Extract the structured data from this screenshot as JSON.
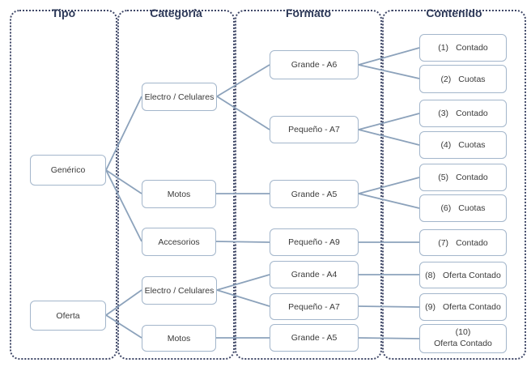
{
  "columns": {
    "tipo": "Tipo",
    "categoria": "Categoría",
    "formato": "Formato",
    "contenido": "Contenido"
  },
  "tipo": {
    "generico": "Genérico",
    "oferta": "Oferta"
  },
  "categoria": {
    "electro1": "Electro / Celulares",
    "motos1": "Motos",
    "accesorios": "Accesorios",
    "electro2": "Electro / Celulares",
    "motos2": "Motos"
  },
  "formato": {
    "grande_a6": "Grande - A6",
    "pequeno_a7": "Pequeño - A7",
    "grande_a5": "Grande - A5",
    "pequeno_a9": "Pequeño - A9",
    "grande_a4": "Grande - A4",
    "pequeno_a7b": "Pequeño - A7",
    "grande_a5b": "Grande - A5"
  },
  "contenido": {
    "c1": {
      "num": "(1)",
      "text": "Contado"
    },
    "c2": {
      "num": "(2)",
      "text": "Cuotas"
    },
    "c3": {
      "num": "(3)",
      "text": "Contado"
    },
    "c4": {
      "num": "(4)",
      "text": "Cuotas"
    },
    "c5": {
      "num": "(5)",
      "text": "Contado"
    },
    "c6": {
      "num": "(6)",
      "text": "Cuotas"
    },
    "c7": {
      "num": "(7)",
      "text": "Contado"
    },
    "c8": {
      "num": "(8)",
      "text": "Oferta Contado"
    },
    "c9": {
      "num": "(9)",
      "text": "Oferta Contado"
    },
    "c10": {
      "num": "(10)",
      "text": "Oferta Contado"
    }
  },
  "colors": {
    "panel_border": "#3F4767",
    "node_border": "#A3B6CB",
    "connector": "#8CA2BB",
    "header_text": "#2E3A59"
  }
}
